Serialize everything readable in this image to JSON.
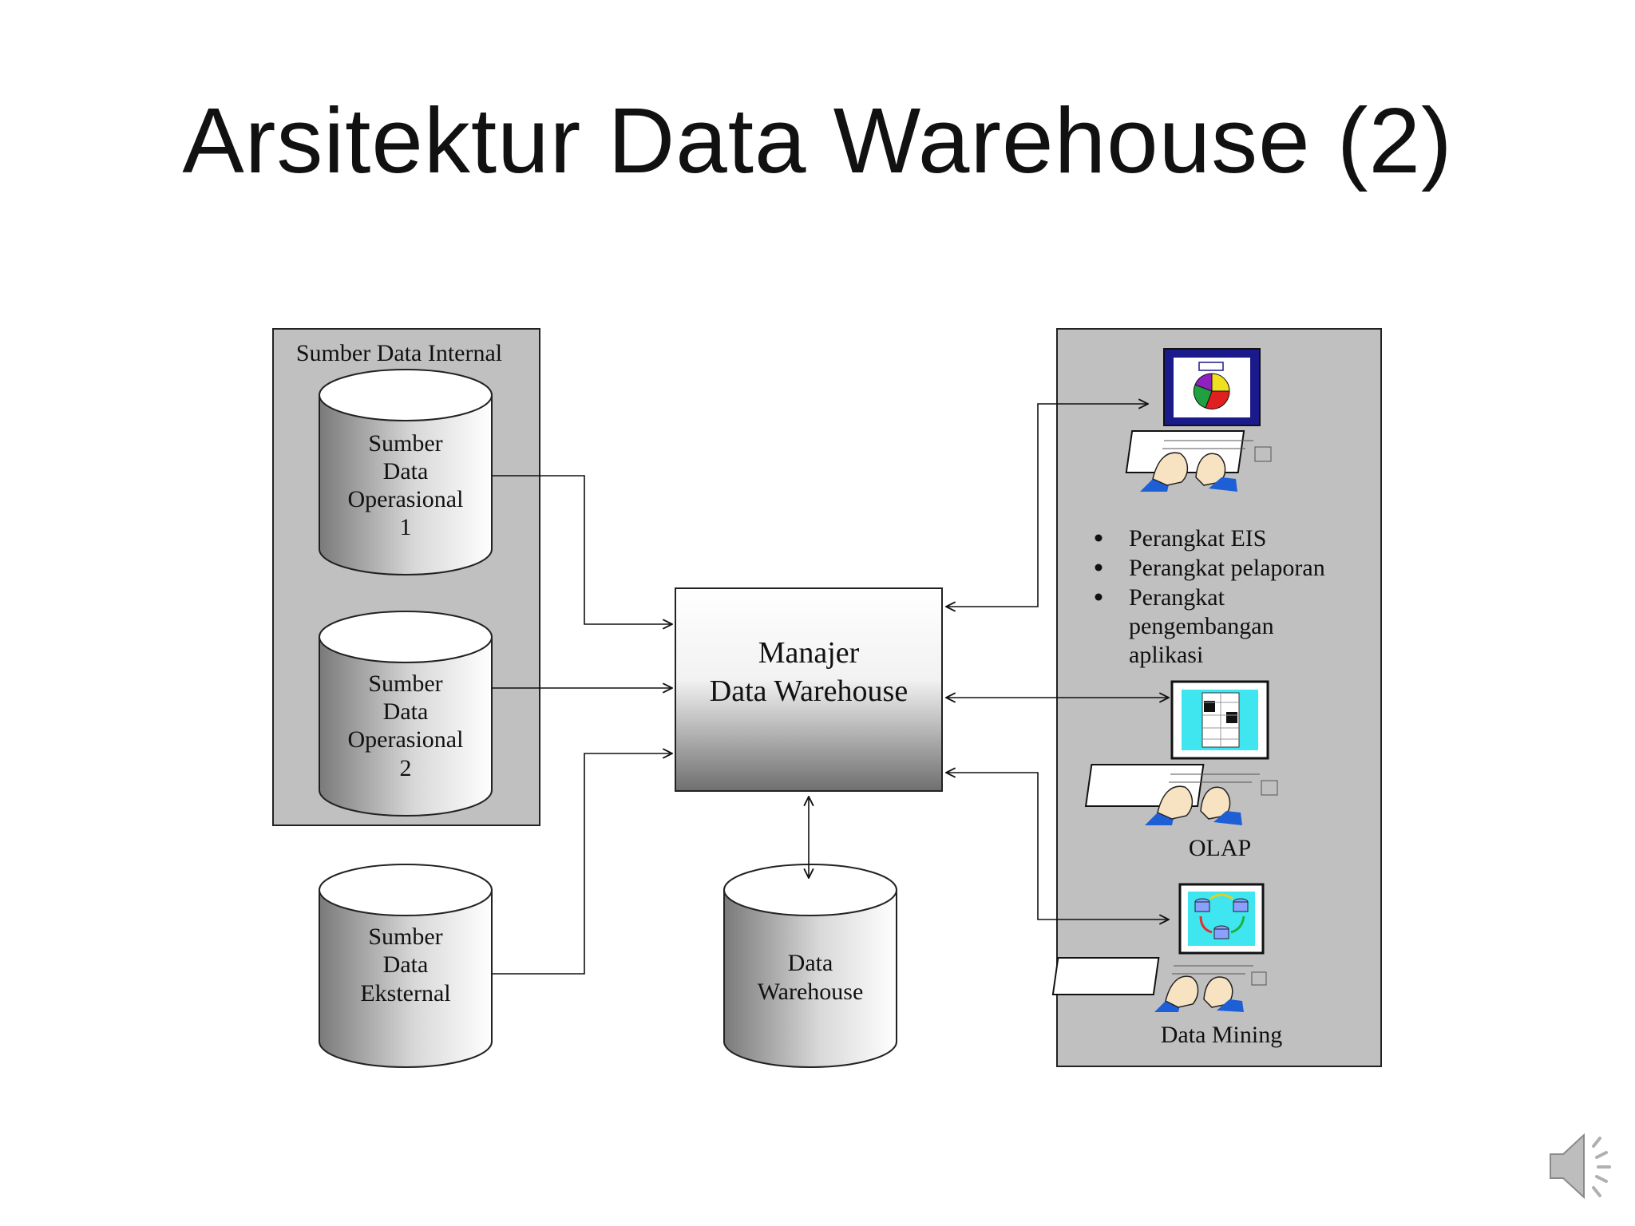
{
  "slide": {
    "title": "Arsitektur Data Warehouse (2)"
  },
  "diagram": {
    "internal_group_label": "Sumber Data Internal",
    "sources": {
      "op1": [
        "Sumber",
        "Data",
        "Operasional",
        "1"
      ],
      "op2": [
        "Sumber",
        "Data",
        "Operasional",
        "2"
      ],
      "external": [
        "Sumber",
        "Data",
        "Eksternal"
      ]
    },
    "manager": [
      "Manajer",
      "Data Warehouse"
    ],
    "warehouse": [
      "Data",
      "Warehouse"
    ],
    "tools": {
      "bullets": [
        "Perangkat EIS",
        "Perangkat pelaporan",
        "Perangkat pengembangan aplikasi"
      ],
      "bullet_lines": [
        [
          "Perangkat EIS"
        ],
        [
          "Perangkat pelaporan"
        ],
        [
          "Perangkat",
          "pengembangan",
          "aplikasi"
        ]
      ],
      "olap_label": "OLAP",
      "mining_label": "Data Mining"
    }
  },
  "colors": {
    "panel_gray": "#c0c0c0",
    "monitor_navy": "#1a1a8c",
    "screen_cyan": "#3fe6f0",
    "hand_skin": "#f7e3c2",
    "sleeve_blue": "#1f5fd6"
  },
  "icons": {
    "audio": "speaker-icon"
  }
}
